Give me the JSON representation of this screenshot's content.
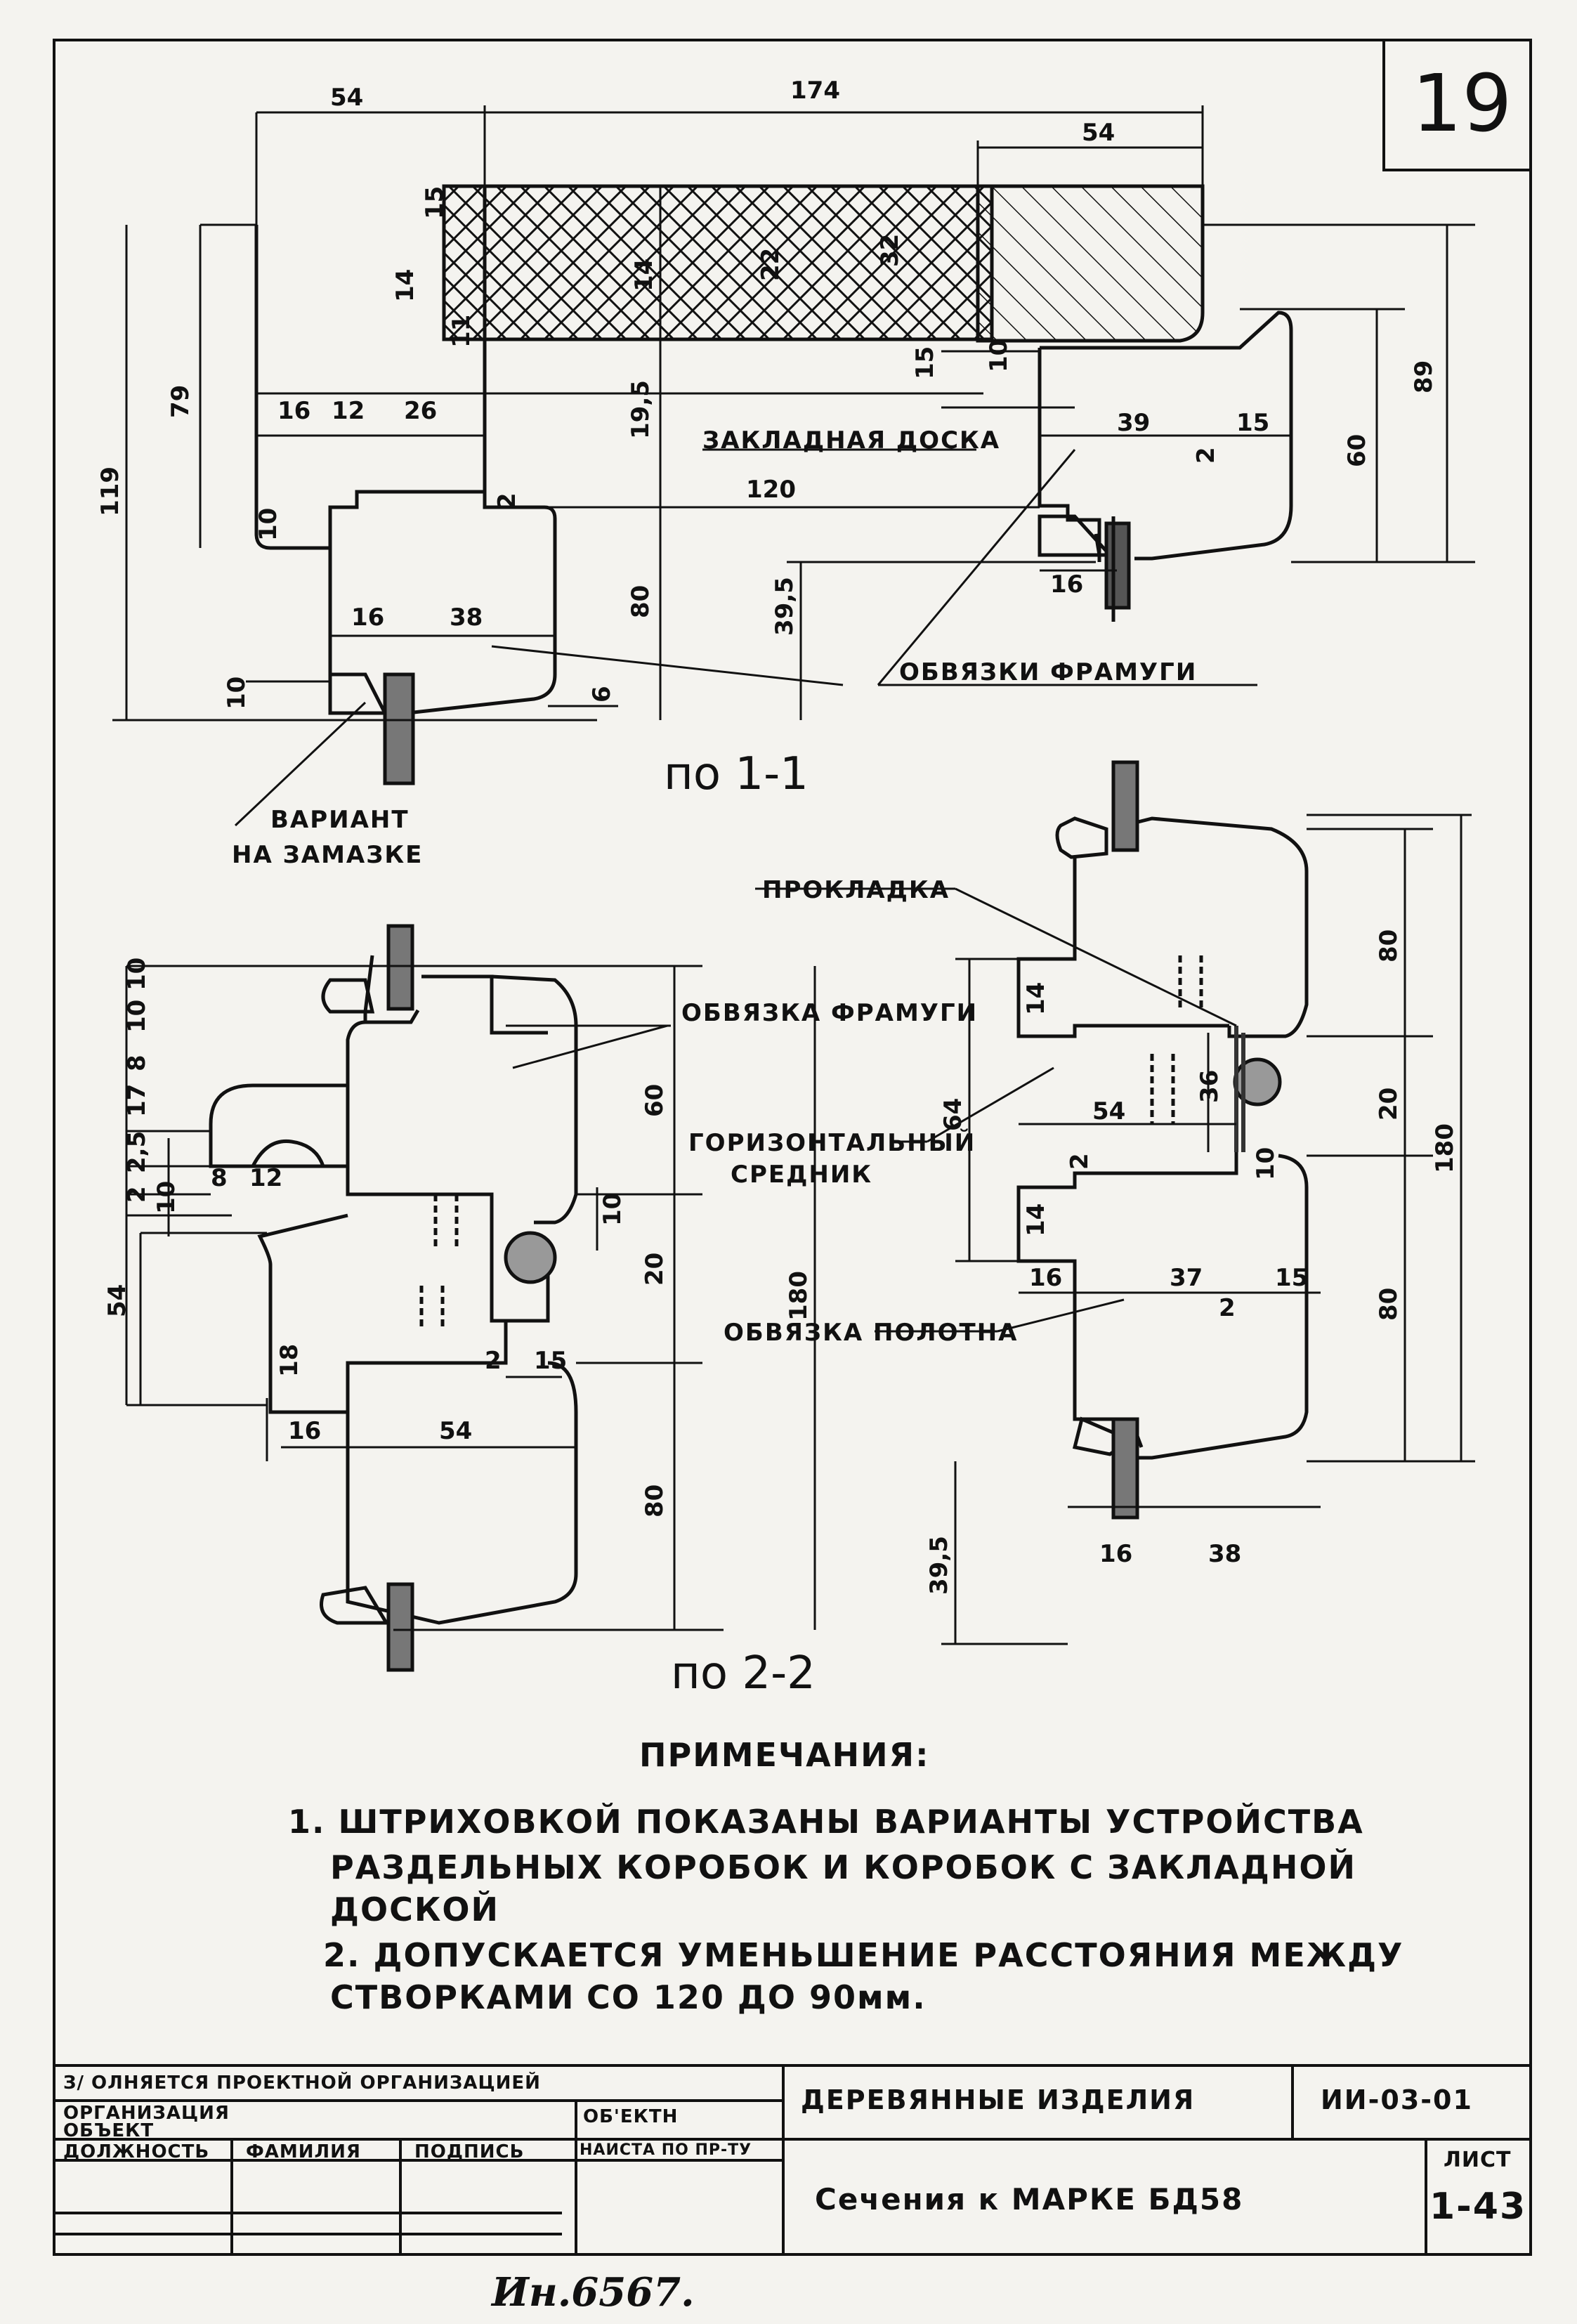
{
  "sheet": {
    "number": "19",
    "inventory_note": "Ин.6567."
  },
  "section_1_1": {
    "caption": "по 1-1",
    "labels": {
      "insert_board": "ЗАКЛАДНАЯ ДОСКА",
      "transom_frame": "ОБВЯЗКИ ФРАМУГИ",
      "putty_variant_line1": "ВАРИАНТ",
      "putty_variant_line2": "НА ЗАМАЗКЕ"
    },
    "dims": {
      "d54_top": "54",
      "d174": "174",
      "d54_right": "54",
      "d15a": "15",
      "d14": "14",
      "d22": "22",
      "d32": "32",
      "d14b": "14",
      "d11": "11",
      "d79": "79",
      "d119": "119",
      "d16a": "16",
      "d12": "12",
      "d26": "26",
      "d195": "19,5",
      "d10a": "10",
      "d120": "120",
      "d80": "80",
      "d395": "39,5",
      "d16b": "16",
      "d38": "38",
      "d10b": "10",
      "d6": "6",
      "d15b": "15",
      "d10c": "10",
      "d39": "39",
      "d15c": "15",
      "d2a": "2",
      "d60": "60",
      "d89": "89",
      "d16c": "16",
      "d2b": "2"
    }
  },
  "section_2_2": {
    "caption": "по 2-2",
    "labels": {
      "gasket": "ПРОКЛАДКА",
      "transom_frame": "ОБВЯЗКА ФРАМУГИ",
      "horizontal_mullion_line1": "ГОРИЗОНТАЛЬНЫЙ",
      "horizontal_mullion_line2": "СРЕДНИК",
      "sash_frame": "ОБВЯЗКА ПОЛОТНА"
    },
    "dims": {
      "l_10a": "10",
      "l_10b": "10",
      "l_8": "8",
      "l_17": "17",
      "l_25": "2,5",
      "l_2": "2",
      "l_10c": "10",
      "l_8b": "8",
      "l_12": "12",
      "l_54v": "54",
      "l_18": "18",
      "l_16": "16",
      "l_54h": "54",
      "l_60": "60",
      "l_20": "20",
      "l_80": "80",
      "l_180": "180",
      "l_10d": "10",
      "l_2b": "2",
      "l_15": "15",
      "r_14a": "14",
      "r_64": "64",
      "r_36": "36",
      "r_54": "54",
      "r_2a": "2",
      "r_14b": "14",
      "r_10": "10",
      "r_16a": "16",
      "r_37": "37",
      "r_15": "15",
      "r_2b": "2",
      "r_80a": "80",
      "r_20": "20",
      "r_80b": "80",
      "r_180": "180",
      "r_395": "39,5",
      "r_16b": "16",
      "r_38": "38"
    }
  },
  "notes": {
    "title": "ПРИМЕЧАНИЯ:",
    "n1_line1": "1. ШТРИХОВКОЙ ПОКАЗАНЫ ВАРИАНТЫ УСТРОЙСТВА",
    "n1_line2": "РАЗДЕЛЬНЫХ КОРОБОК И КОРОБОК С ЗАКЛАДНОЙ",
    "n1_line3": "ДОСКОЙ",
    "n2_line1": "2. ДОПУСКАЕТСЯ  УМЕНЬШЕНИЕ РАССТОЯНИЯ МЕЖДУ",
    "n2_line2a": "СТВОРКАМИ",
    "n2_line2b": "СО 120 ДО 90мм."
  },
  "title_block": {
    "fill_note": "З/ ОЛНЯЕТСЯ ПРОЕКТНОЙ ОРГАНИЗАЦИЕЙ",
    "organization": "ОРГАНИЗАЦИЯ",
    "object": "ОБЪЕКТ",
    "object_code": "ОБ'ЕКТН",
    "position": "ДОЛЖНОСТЬ",
    "surname": "ФАМИЛИЯ",
    "signature": "ПОДПИСЬ",
    "sheet_count": "НАИСТА ПО ПР-ТУ",
    "product_group": "ДЕРЕВЯННЫЕ ИЗДЕЛИЯ",
    "series_code": "ИИ-03-01",
    "drawing_title": "Сечения к МАРКЕ БД58",
    "sheet_label": "ЛИСТ",
    "sheet_value": "1-43"
  }
}
